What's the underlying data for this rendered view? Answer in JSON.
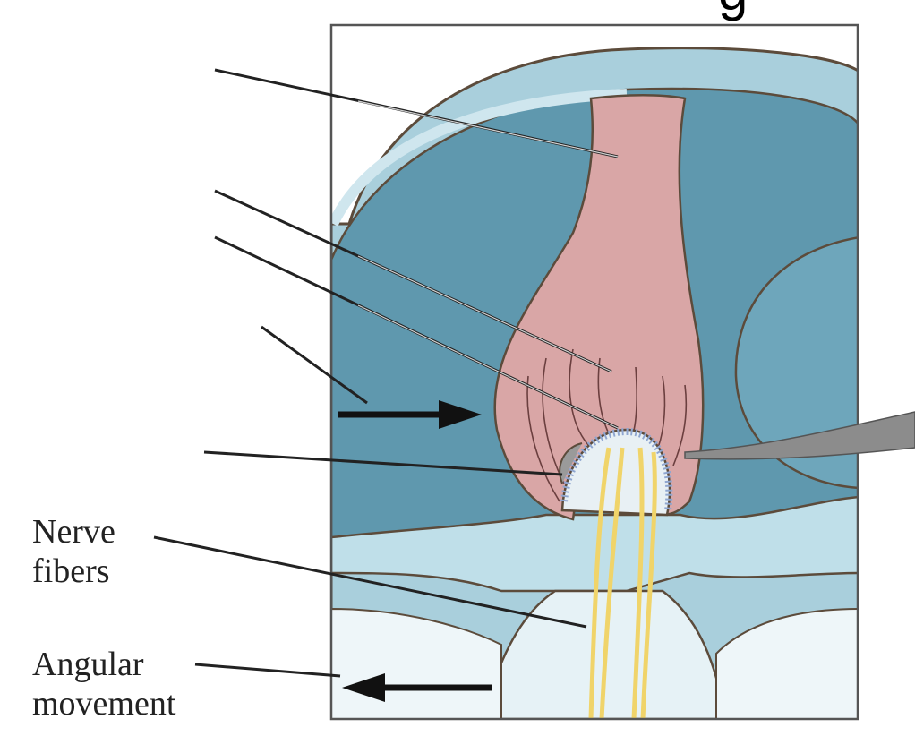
{
  "title_fragment": "g",
  "labels": {
    "nerve_fibers": [
      "Nerve",
      "fibers"
    ],
    "angular_movement": [
      "Angular",
      "movement"
    ]
  },
  "colors": {
    "fluid": "#5f98ae",
    "membrane": "#a9cfdc",
    "cupula": "#d9a6a6",
    "nerve": "#f0d46a",
    "outline": "#5c4b3b"
  }
}
